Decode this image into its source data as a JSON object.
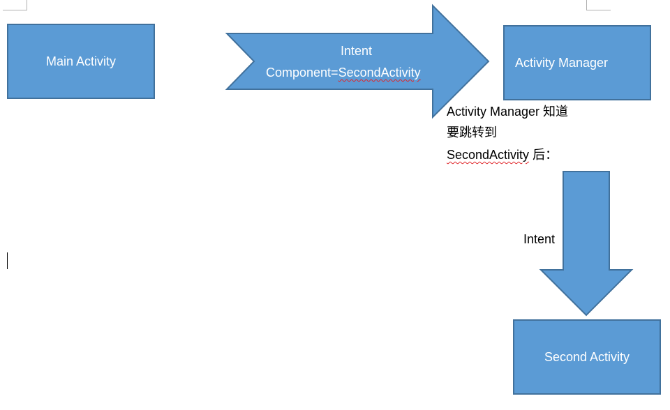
{
  "diagram": {
    "main_activity": "Main Activity",
    "intent_arrow": {
      "line1": "Intent",
      "line2_prefix": "Component=",
      "line2_word": "SecondActivity"
    },
    "activity_manager": "Activity Manager",
    "note": {
      "line1": "Activity Manager 知道",
      "line2": "要跳转到",
      "line3_word": "SecondActivity",
      "line3_suffix": " 后："
    },
    "down_arrow_label": "Intent",
    "second_activity": "Second Activity"
  },
  "colors": {
    "shape_fill": "#5b9bd5",
    "shape_border": "#41719c",
    "spellcheck_underline": "#e0262b"
  }
}
